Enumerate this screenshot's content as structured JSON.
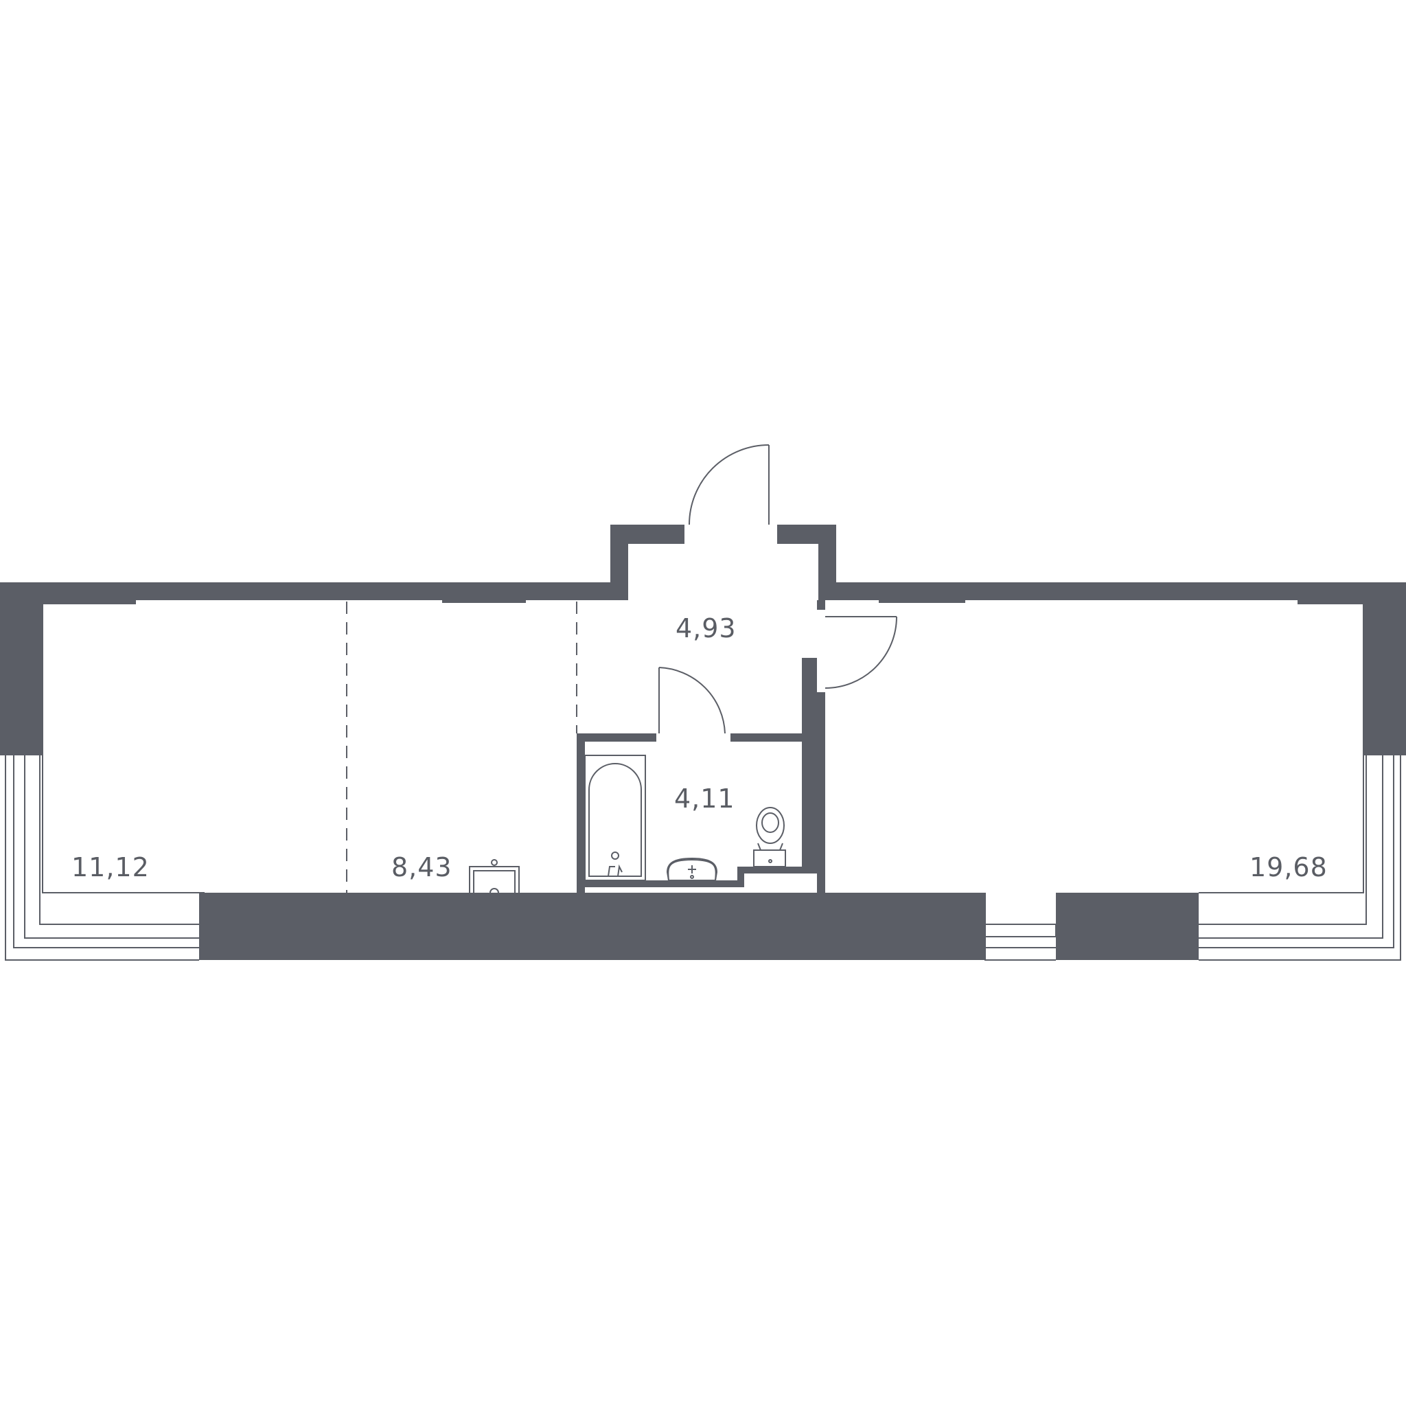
{
  "plan": {
    "wall_color": "#5b5e66",
    "label_color": "#5a5d64",
    "rooms": [
      {
        "id": "room-1",
        "area": "11,12"
      },
      {
        "id": "room-2",
        "area": "8,43"
      },
      {
        "id": "hall",
        "area": "4,93"
      },
      {
        "id": "bathroom",
        "area": "4,11"
      },
      {
        "id": "room-3",
        "area": "19,68"
      }
    ]
  }
}
